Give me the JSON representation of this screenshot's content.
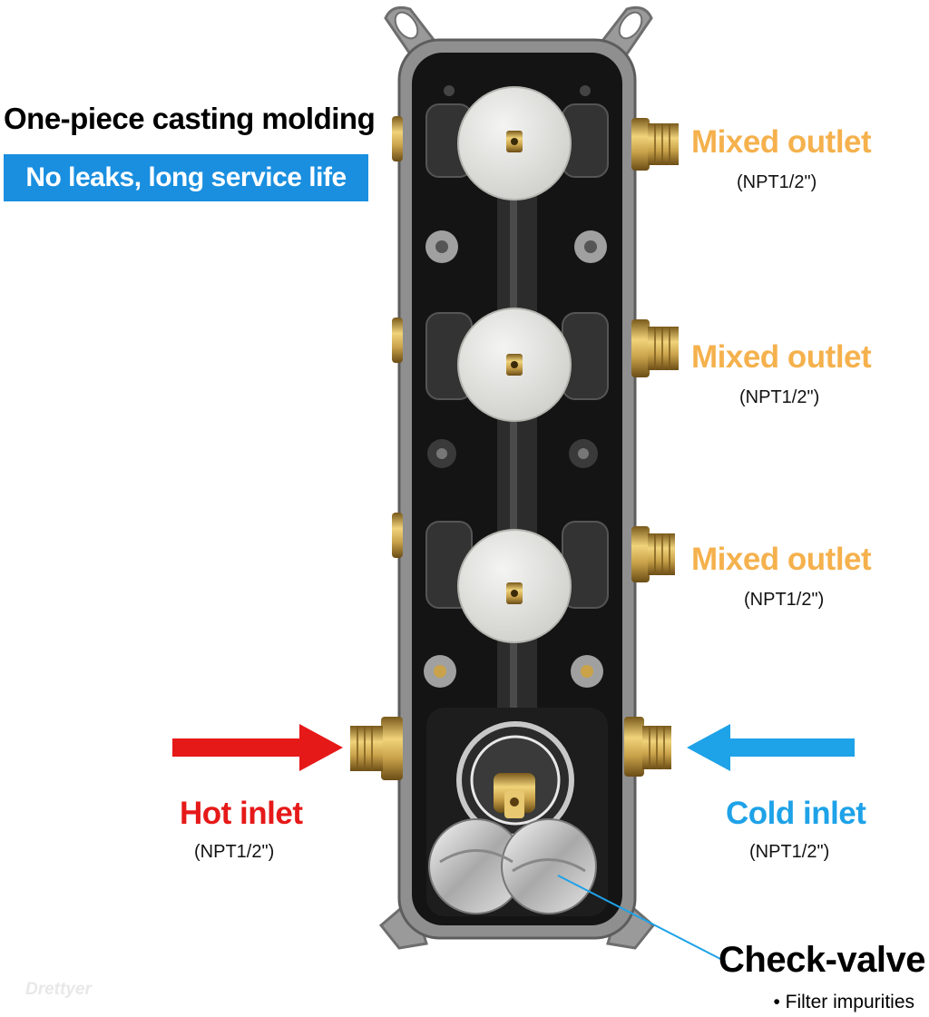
{
  "headline": "One-piece casting molding",
  "badge": "No leaks, long service life",
  "outlets": [
    {
      "label": "Mixed outlet",
      "spec": "(NPT1/2\")"
    },
    {
      "label": "Mixed outlet",
      "spec": "(NPT1/2\")"
    },
    {
      "label": "Mixed outlet",
      "spec": "(NPT1/2\")"
    }
  ],
  "hot_inlet": {
    "label": "Hot inlet",
    "spec": "(NPT1/2\")",
    "color": "#e61919"
  },
  "cold_inlet": {
    "label": "Cold inlet",
    "spec": "(NPT1/2\")",
    "color": "#1ea2e8"
  },
  "check_valve": {
    "title": "Check-valve",
    "note": "• Filter impurities"
  },
  "watermark": "Drettyer",
  "colors": {
    "outlet_label": "#f5b14d",
    "badge": "#1a8fe0",
    "body": "#8f8f8f",
    "brass": "#c9a24a"
  }
}
